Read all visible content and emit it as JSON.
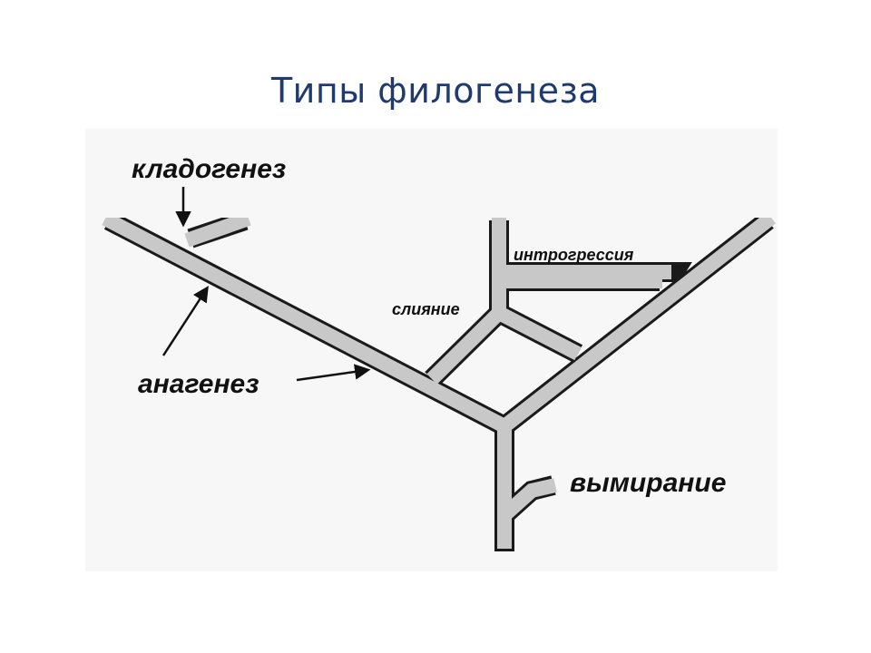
{
  "title": "Типы филогенеза",
  "labels": {
    "cladogenesis": "кладогенез",
    "anagenesis": "анагенез",
    "introgression": "интрогрессия",
    "fusion": "слияние",
    "extinction": "вымирание"
  },
  "colors": {
    "title": "#1f3a6e",
    "panel": "#f7f7f7",
    "branch_fill": "#c8c8c8",
    "branch_outline": "#1a1a1a",
    "text": "#111111"
  }
}
